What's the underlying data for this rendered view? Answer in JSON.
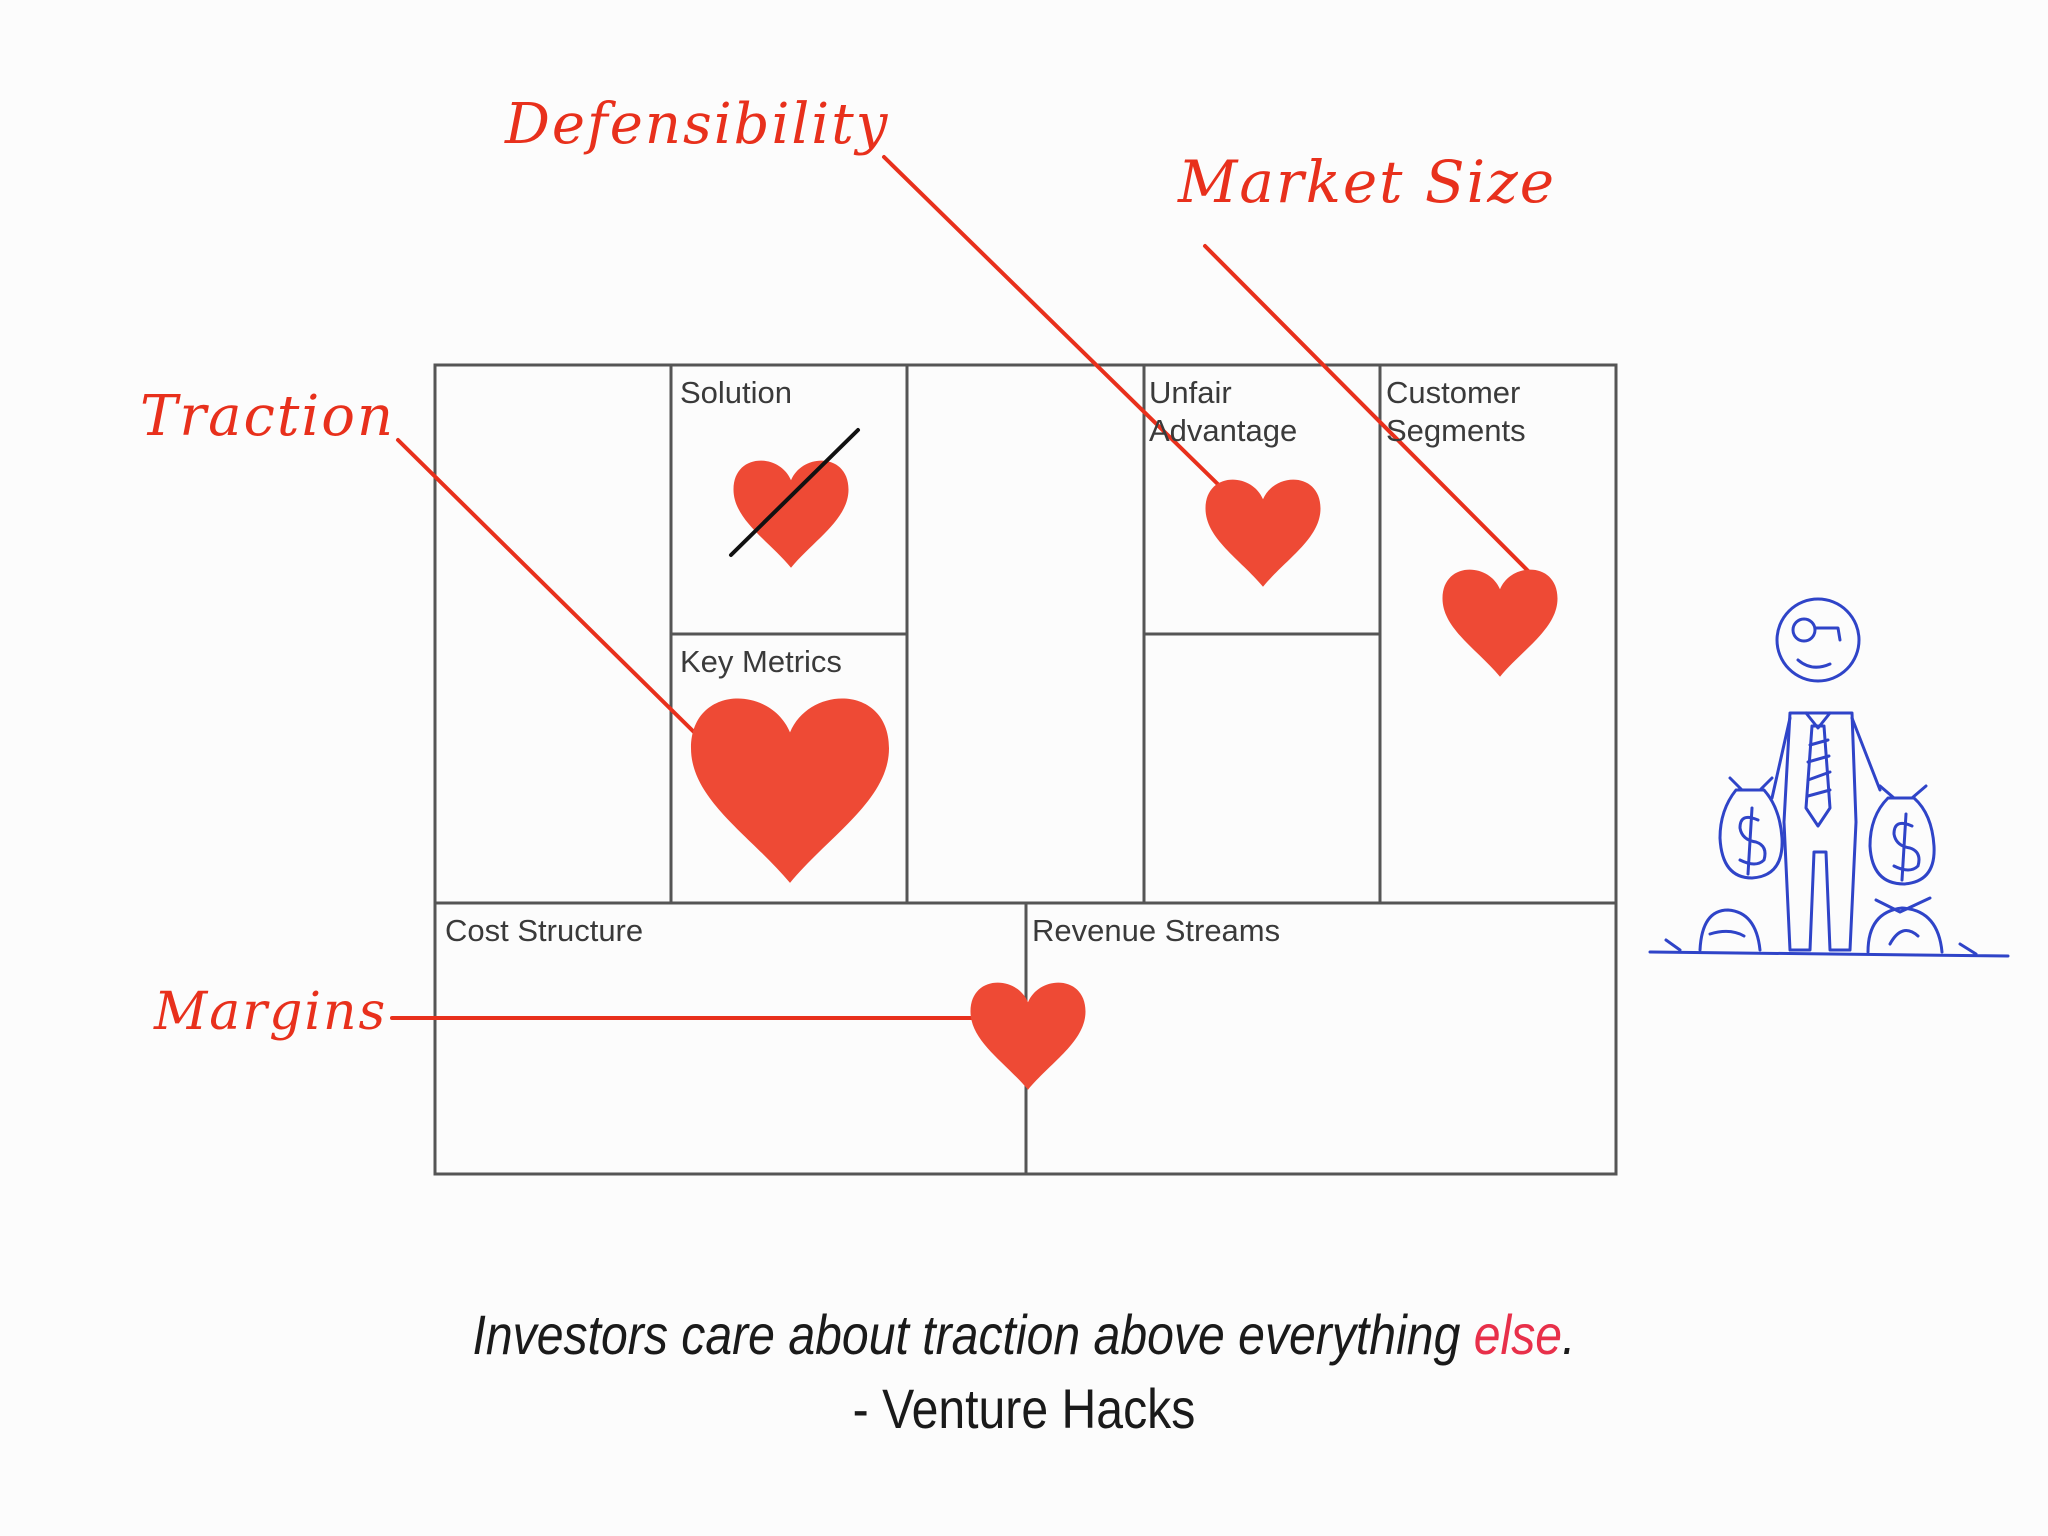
{
  "canvas": {
    "cells": {
      "solution": "Solution",
      "key_metrics": "Key Metrics",
      "unfair_advantage": "Unfair\nAdvantage",
      "customer_segments": "Customer\nSegments",
      "cost_structure": "Cost Structure",
      "revenue_streams": "Revenue Streams"
    }
  },
  "annotations": {
    "defensibility": "Defensibility",
    "market_size": "Market Size",
    "traction": "Traction",
    "margins": "Margins"
  },
  "quote": {
    "text_main": "Investors care about traction above everything ",
    "text_accent": "else",
    "text_end": ".",
    "attribution": "- Venture Hacks"
  },
  "colors": {
    "heart": "#ee4a35",
    "annotation": "#e8301c",
    "grid": "#555555",
    "figure": "#2f44c8",
    "accent": "#e8304a"
  },
  "icons": [
    "heart-icon",
    "investor-figure-icon",
    "money-bag-icon"
  ]
}
